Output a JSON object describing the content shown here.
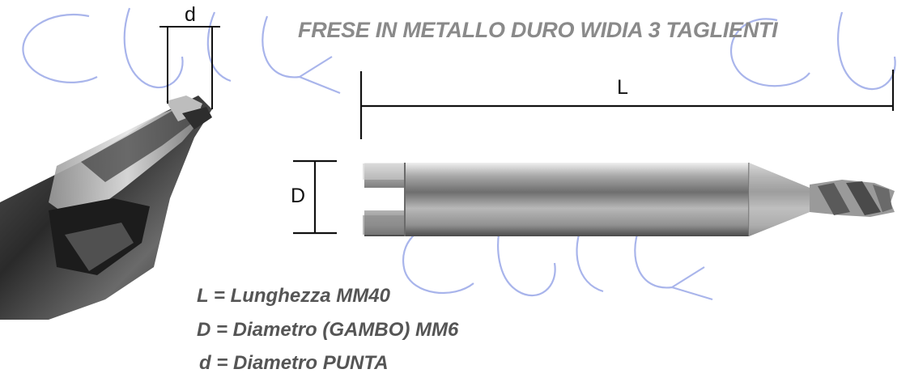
{
  "title": "FRESE IN METALLO DURO WIDIA 3 TAGLIENTI",
  "dimensions": {
    "length_symbol": "L",
    "diameter_symbol": "D",
    "tip_symbol": "d"
  },
  "legend": [
    "L = Lunghezza MM40",
    "D = Diametro (GAMBO) MM6",
    "d = Diametro PUNTA"
  ],
  "watermark": "clik",
  "colors": {
    "watermark": "#8ea0e6",
    "title": "#8a8a8a",
    "legend": "#555555",
    "metal_dark": "#3a3a3a",
    "metal_light": "#d8d8d8"
  }
}
